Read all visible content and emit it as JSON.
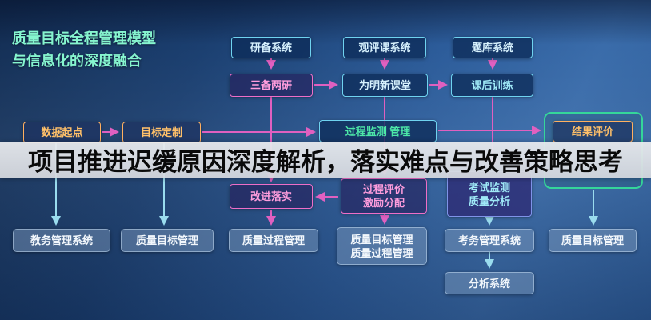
{
  "banner": {
    "text": "项目推进迟缓原因深度解析，落实难点与改善策略思考"
  },
  "title": {
    "line1": "质量目标全程管理模型",
    "line2": "与信息化的深度融合"
  },
  "diagram": {
    "systems_top": [
      {
        "label": "研备系统"
      },
      {
        "label": "观评课系统"
      },
      {
        "label": "题库系统"
      }
    ],
    "process_row": [
      {
        "label": "三备两研"
      },
      {
        "label": "为明新课堂"
      },
      {
        "label": "课后训练"
      }
    ],
    "stage_row": [
      {
        "label": "数据起点"
      },
      {
        "label": "目标定制"
      },
      {
        "label": "过程监测 管理"
      },
      {
        "label": "结果评价"
      }
    ],
    "action_row": [
      {
        "label": "改进落实"
      },
      {
        "line1": "过程评价",
        "line2": "激励分配"
      },
      {
        "line1": "考试监测",
        "line2": "质量分析"
      }
    ],
    "bottom_row": [
      {
        "label": "教务管理系统"
      },
      {
        "label": "质量目标管理"
      },
      {
        "label": "质量过程管理"
      },
      {
        "line1": "质量目标管理",
        "line2": "质量过程管理"
      },
      {
        "label": "考务管理系统"
      },
      {
        "label": "质量目标管理"
      },
      {
        "label": "分析系统"
      }
    ]
  },
  "colors": {
    "accent_pink": "#e060c0",
    "accent_cyan": "#9adcee",
    "accent_orange": "#ffb060",
    "accent_green": "#35d69a",
    "banner_bg": "#e4e6ea",
    "banner_text": "#0a0a0a"
  }
}
